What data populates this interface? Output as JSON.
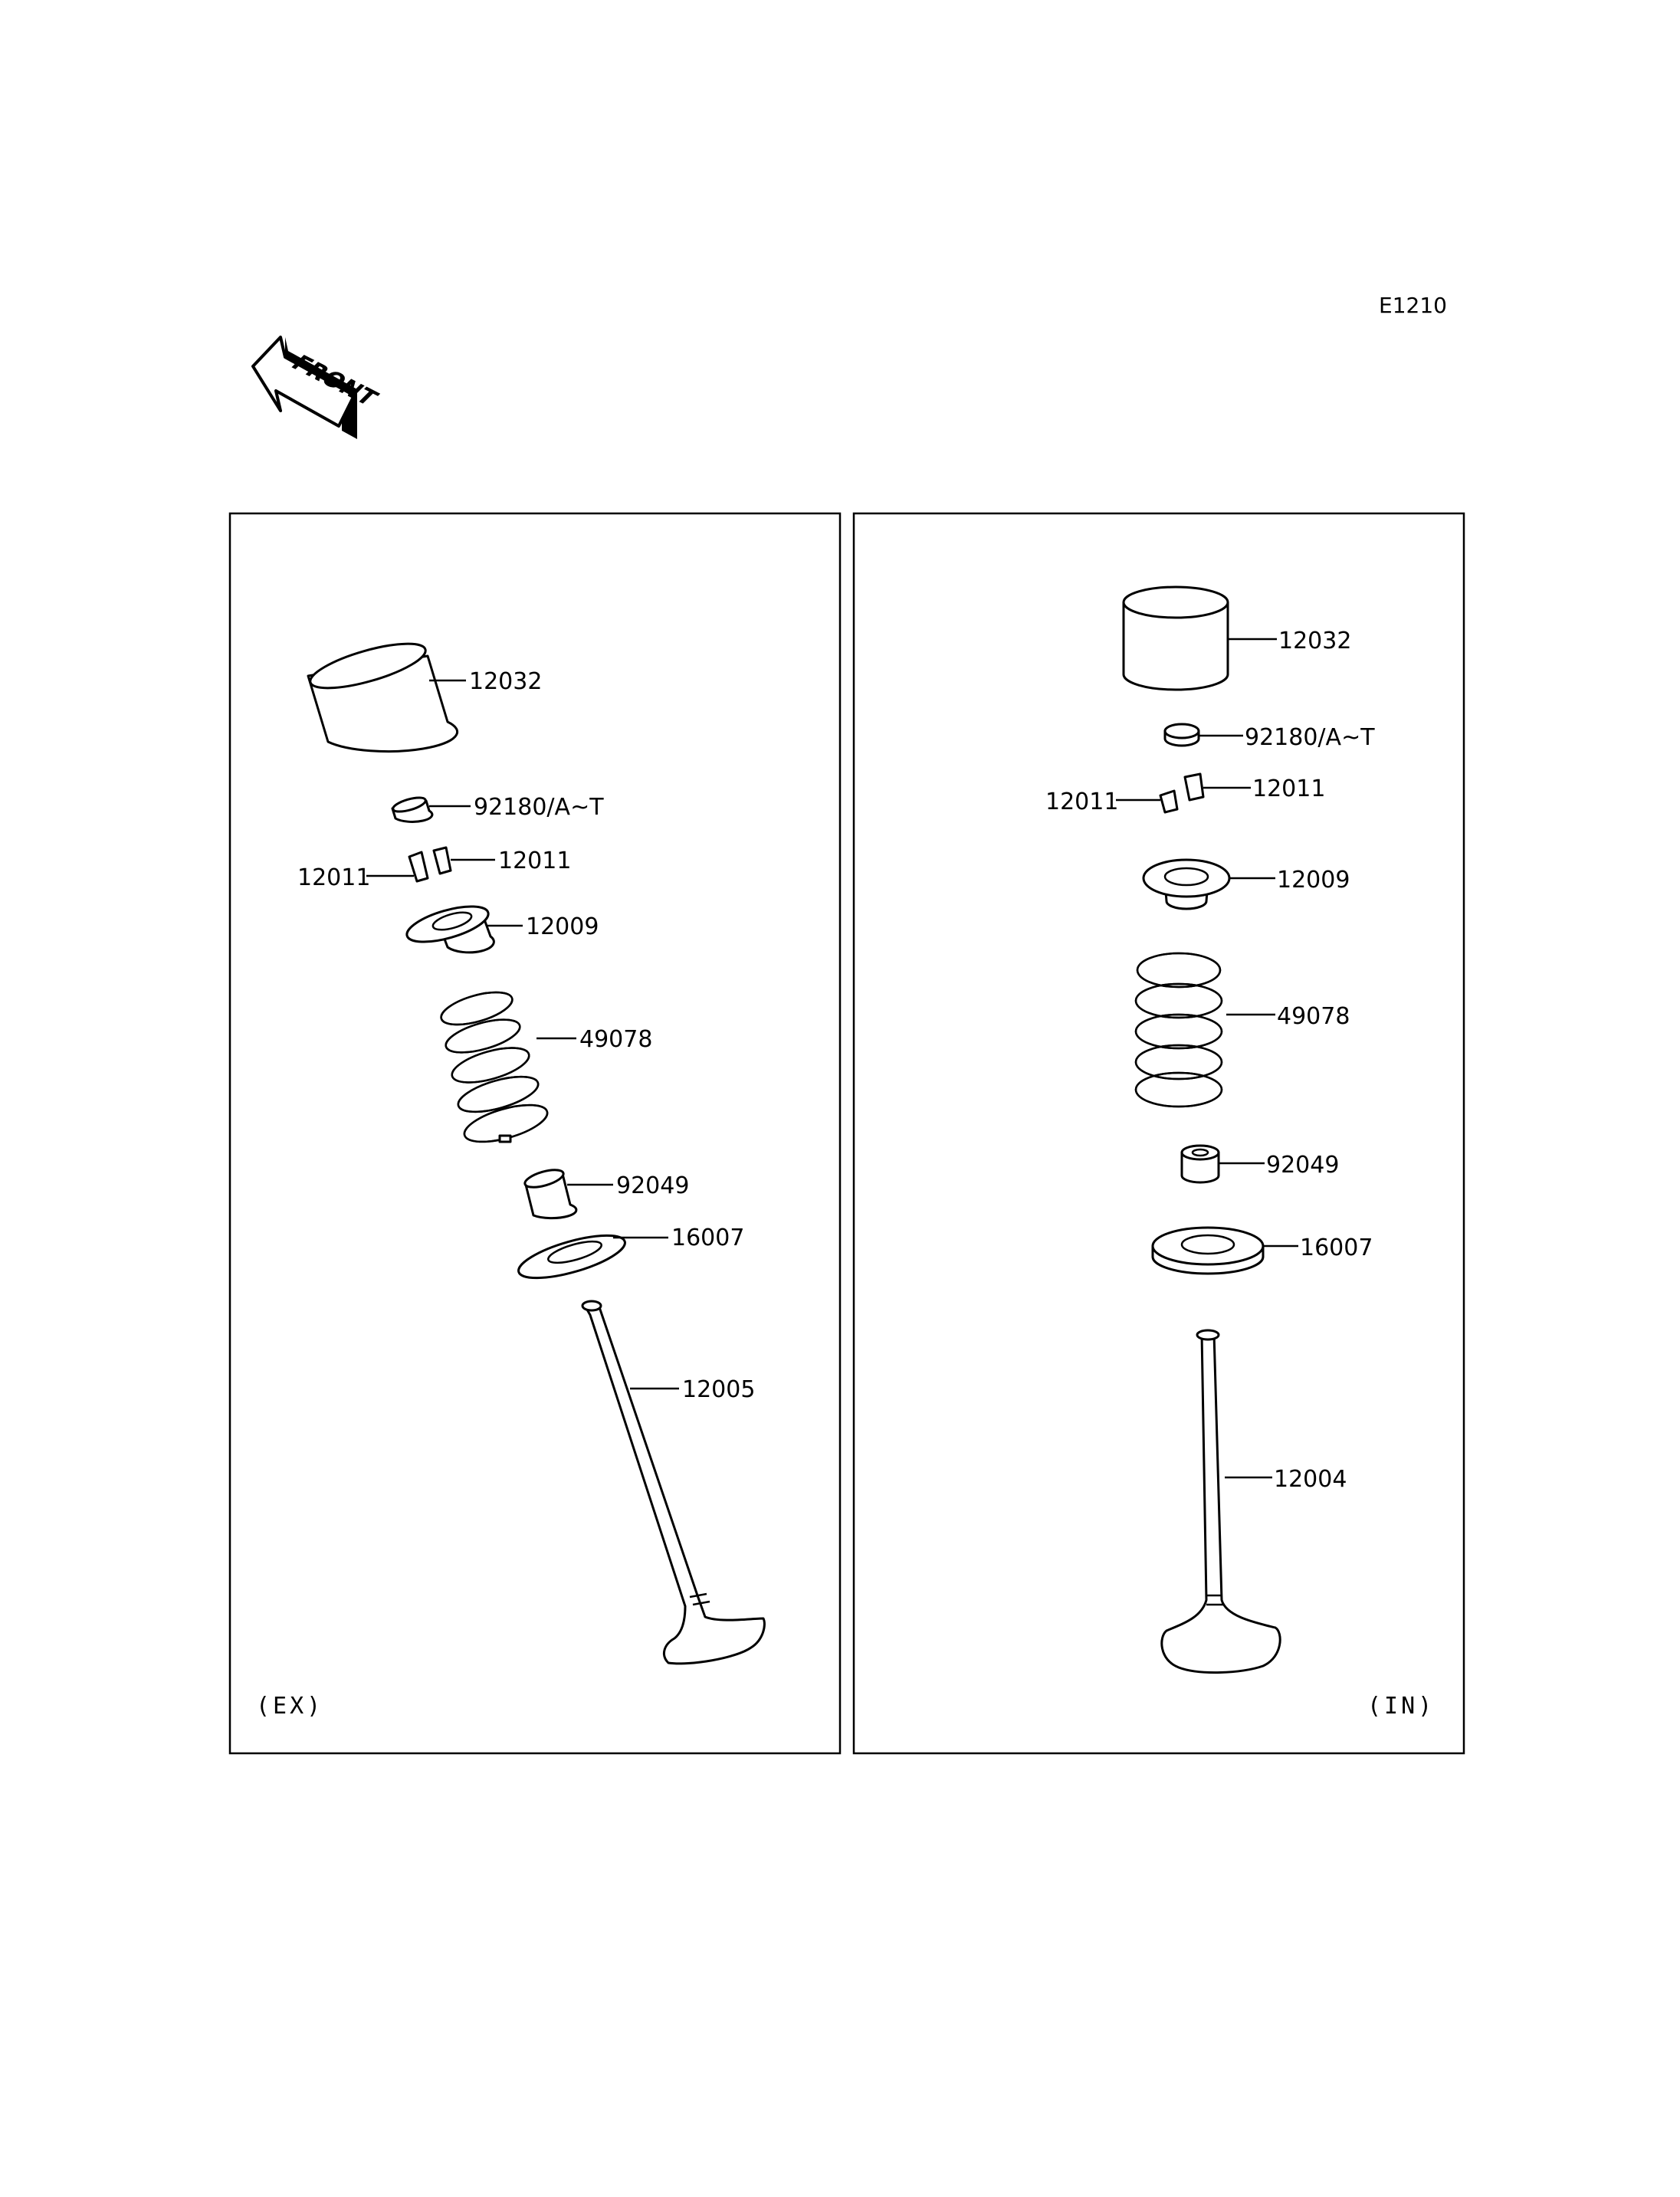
{
  "diagram_ref": "E1210",
  "front_badge": "FRONT",
  "panels": {
    "exhaust": {
      "tag": "(EX)",
      "labels": {
        "tappet": "12032",
        "shim": "92180/A~T",
        "cotter_left": "12011",
        "cotter_right": "12011",
        "retainer": "12009",
        "spring": "49078",
        "seal": "92049",
        "seat": "16007",
        "valve": "12005"
      }
    },
    "intake": {
      "tag": "(IN)",
      "labels": {
        "tappet": "12032",
        "shim": "92180/A~T",
        "cotter_left": "12011",
        "cotter_right": "12011",
        "retainer": "12009",
        "spring": "49078",
        "seal": "92049",
        "seat": "16007",
        "valve": "12004"
      }
    }
  }
}
